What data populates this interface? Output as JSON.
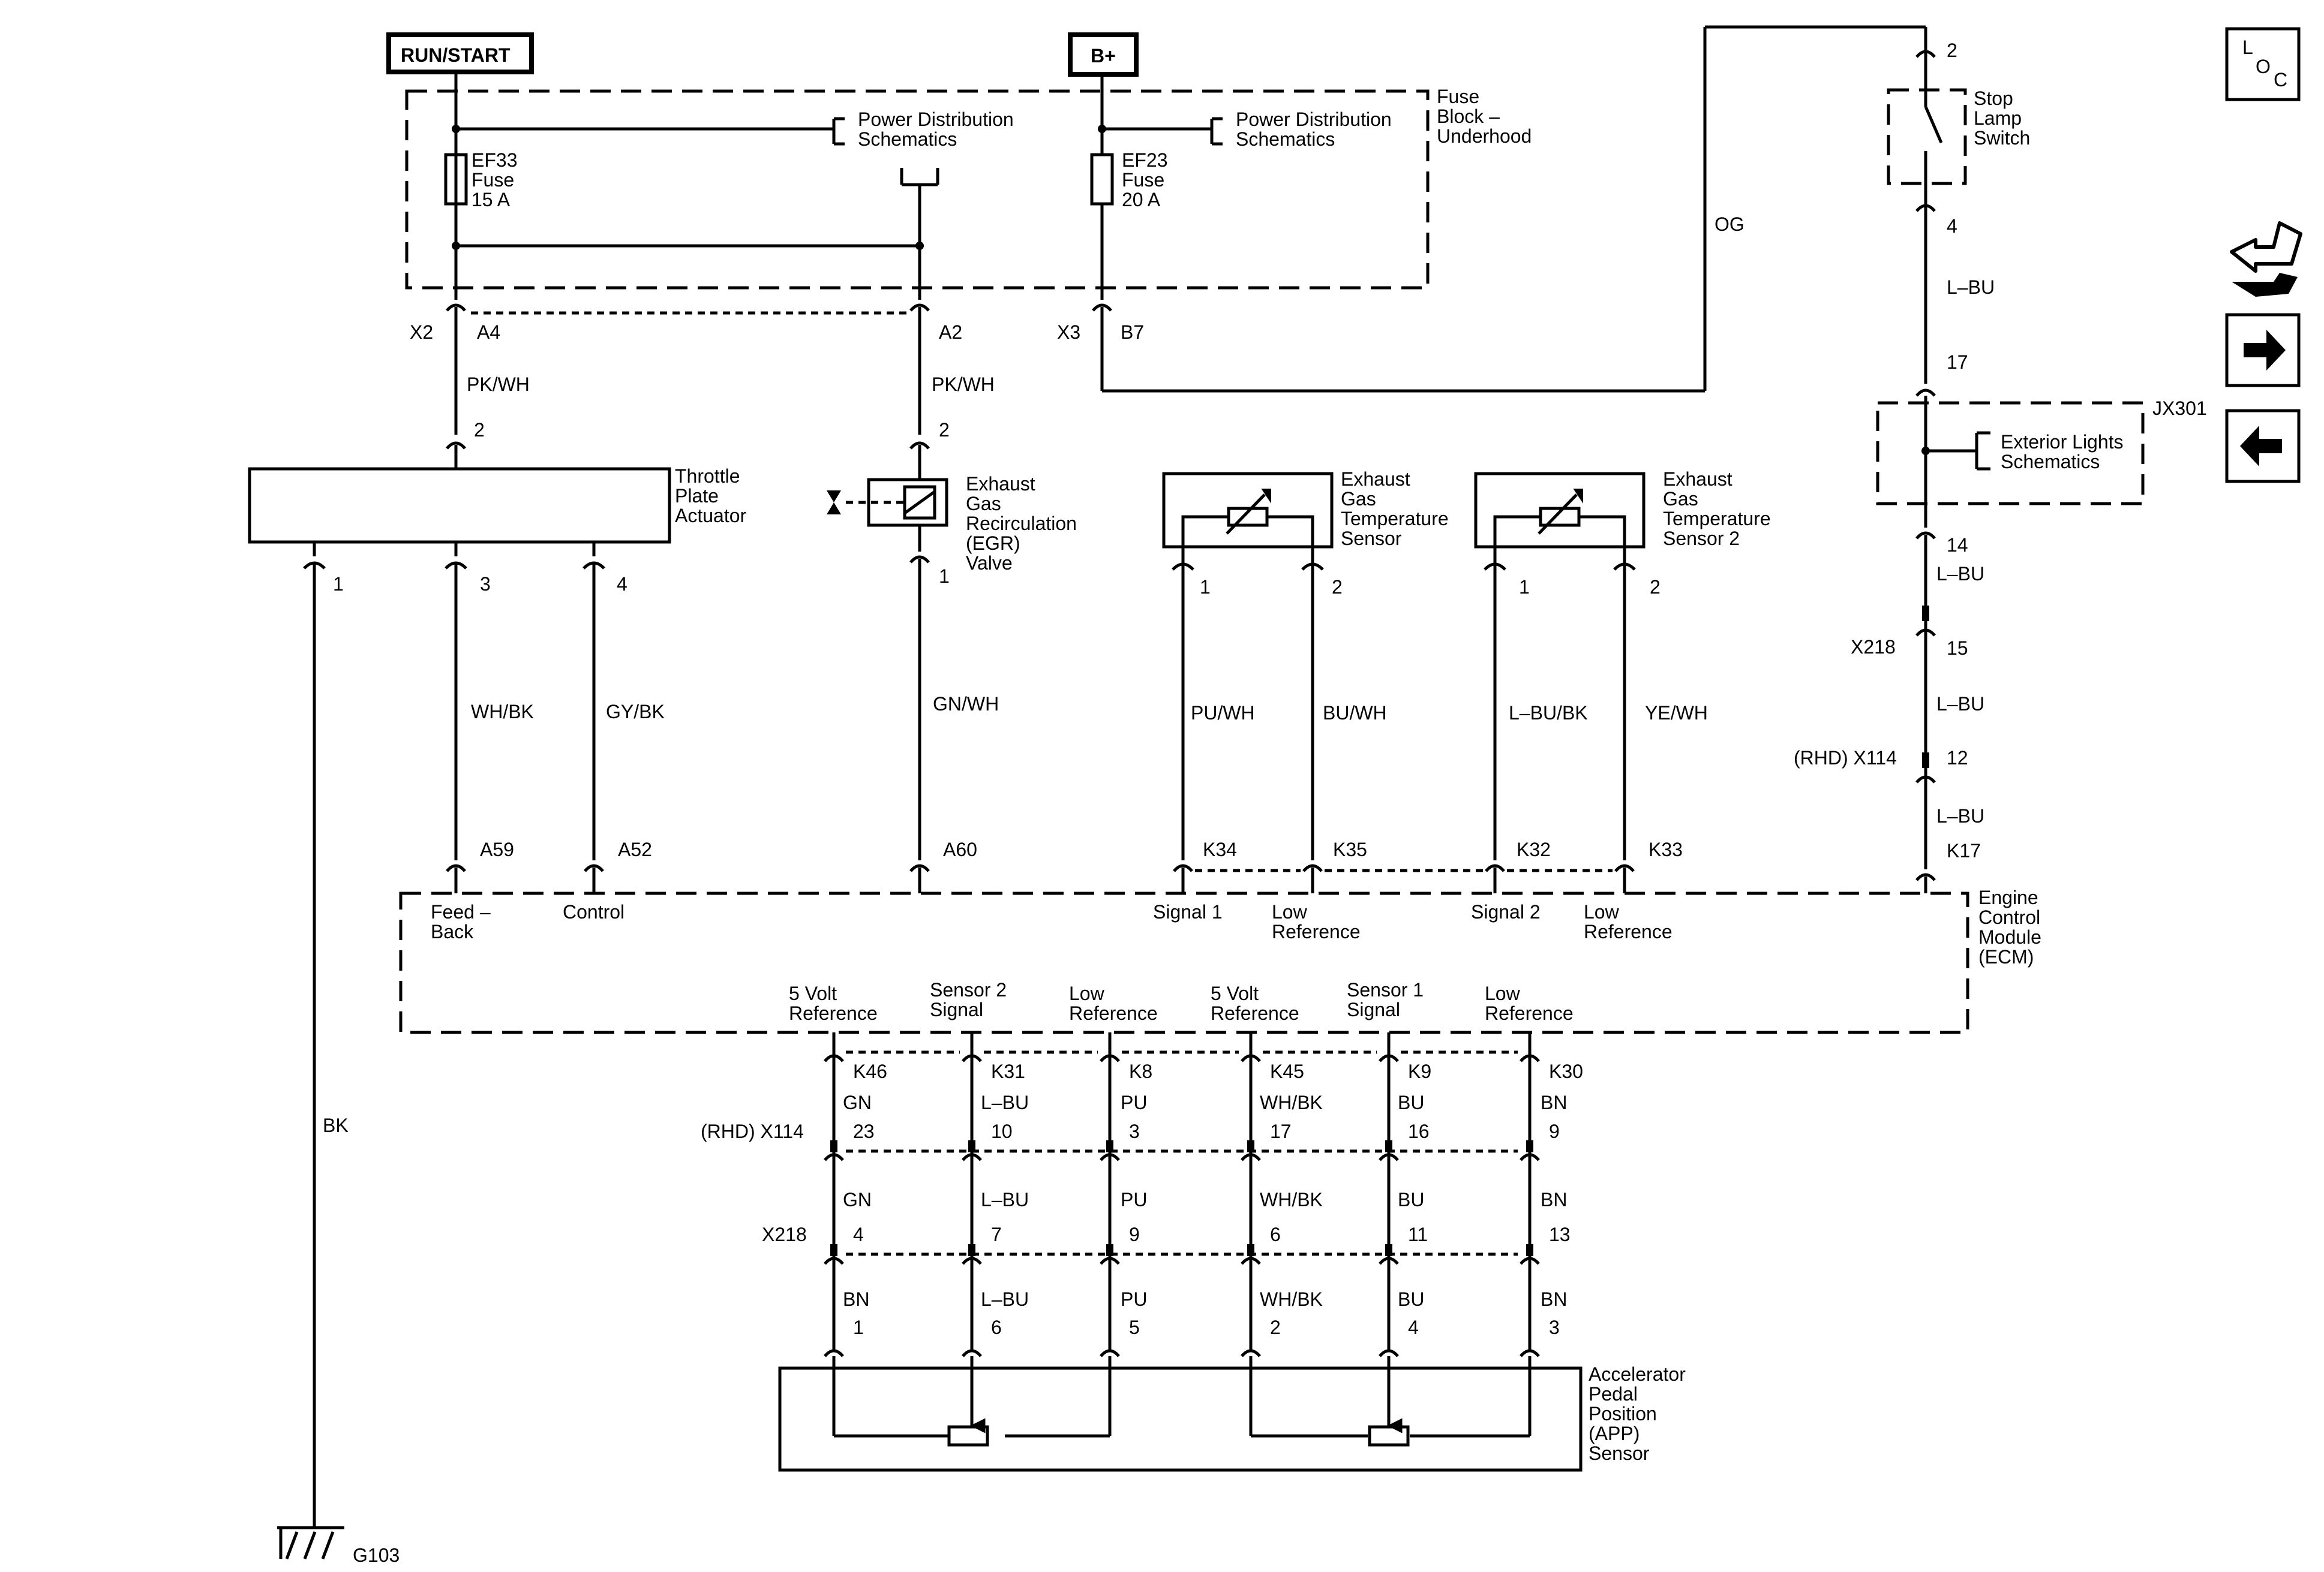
{
  "power_tags": {
    "run_start": "RUN/START",
    "b_plus": "B+"
  },
  "fuse_block": {
    "label": [
      "Fuse",
      "Block –",
      "Underhood"
    ]
  },
  "power_dist_1": [
    "Power Distribution",
    "Schematics"
  ],
  "power_dist_2": [
    "Power Distribution",
    "Schematics"
  ],
  "fuse_ef33": [
    "EF33",
    "Fuse",
    "15 A"
  ],
  "fuse_ef23": [
    "EF23",
    "Fuse",
    "20 A"
  ],
  "stop_lamp": {
    "label": [
      "Stop",
      "Lamp",
      "Switch"
    ],
    "pin_top": "2",
    "pin_bottom": "4"
  },
  "wire_og": "OG",
  "jx301": {
    "id": "JX301",
    "label": [
      "Exterior Lights",
      "Schematics"
    ],
    "pin_top": "17",
    "pin_bottom": "14"
  },
  "conn_left": {
    "x2": "X2",
    "a4": "A4",
    "a2": "A2",
    "x3": "X3",
    "b7": "B7"
  },
  "throttle": {
    "label": [
      "Throttle",
      "Plate",
      "Actuator"
    ],
    "pin_top": "2",
    "pins": [
      "1",
      "3",
      "4"
    ]
  },
  "egr": {
    "label": [
      "Exhaust",
      "Gas",
      "Recirculation",
      "(EGR)",
      "Valve"
    ],
    "pin_top": "2",
    "pin_bottom": "1"
  },
  "egts1": {
    "label": [
      "Exhaust",
      "Gas",
      "Temperature",
      "Sensor"
    ],
    "pins": [
      "1",
      "2"
    ]
  },
  "egts2": {
    "label": [
      "Exhaust",
      "Gas",
      "Temperature",
      "Sensor 2"
    ],
    "pins": [
      "1",
      "2"
    ]
  },
  "wires_upper": {
    "pkwh1": "PK/WH",
    "pkwh2": "PK/WH",
    "whbk": "WH/BK",
    "gybk": "GY/BK",
    "gnwh": "GN/WH",
    "puwh": "PU/WH",
    "buwh": "BU/WH",
    "lbubk": "L–BU/BK",
    "yewh": "YE/WH",
    "bk": "BK",
    "lbu1": "L–BU",
    "lbu2": "L–BU",
    "lbu3": "L–BU",
    "lbu4": "L–BU"
  },
  "right_chain": {
    "x218": "X218",
    "pin15": "15",
    "x114": "(RHD) X114",
    "pin12": "12",
    "k17": "K17"
  },
  "ecm": {
    "label": [
      "Engine",
      "Control",
      "Module",
      "(ECM)"
    ],
    "top_pins": [
      "A59",
      "A52",
      "A60",
      "K34",
      "K35",
      "K32",
      "K33"
    ],
    "top_funcs": {
      "feedback": [
        "Feed –",
        "Back"
      ],
      "control": "Control",
      "signal1": "Signal 1",
      "lowref1": [
        "Low",
        "Reference"
      ],
      "signal2": "Signal 2",
      "lowref2": [
        "Low",
        "Reference"
      ]
    },
    "bottom_funcs": [
      [
        "5 Volt",
        "Reference"
      ],
      [
        "Sensor 2",
        "Signal"
      ],
      [
        "Low",
        "Reference"
      ],
      [
        "5 Volt",
        "Reference"
      ],
      [
        "Sensor 1",
        "Signal"
      ],
      [
        "Low",
        "Reference"
      ]
    ],
    "bottom_pins": [
      "K46",
      "K31",
      "K8",
      "K45",
      "K9",
      "K30"
    ]
  },
  "app_chain": {
    "colors1": [
      "GN",
      "L–BU",
      "PU",
      "WH/BK",
      "BU",
      "BN"
    ],
    "x114_label": "(RHD) X114",
    "x114_pins": [
      "23",
      "10",
      "3",
      "17",
      "16",
      "9"
    ],
    "colors2": [
      "GN",
      "L–BU",
      "PU",
      "WH/BK",
      "BU",
      "BN"
    ],
    "x218_label": "X218",
    "x218_pins": [
      "4",
      "7",
      "9",
      "6",
      "11",
      "13"
    ],
    "colors3": [
      "BN",
      "L–BU",
      "PU",
      "WH/BK",
      "BU",
      "BN"
    ],
    "sensor_pins": [
      "1",
      "6",
      "5",
      "2",
      "4",
      "3"
    ]
  },
  "app_sensor": {
    "label": [
      "Accelerator",
      "Pedal",
      "Position",
      "(APP)",
      "Sensor"
    ]
  },
  "ground": {
    "id": "G103"
  },
  "side_icons": {
    "loc": [
      "L",
      "O",
      "C"
    ]
  }
}
